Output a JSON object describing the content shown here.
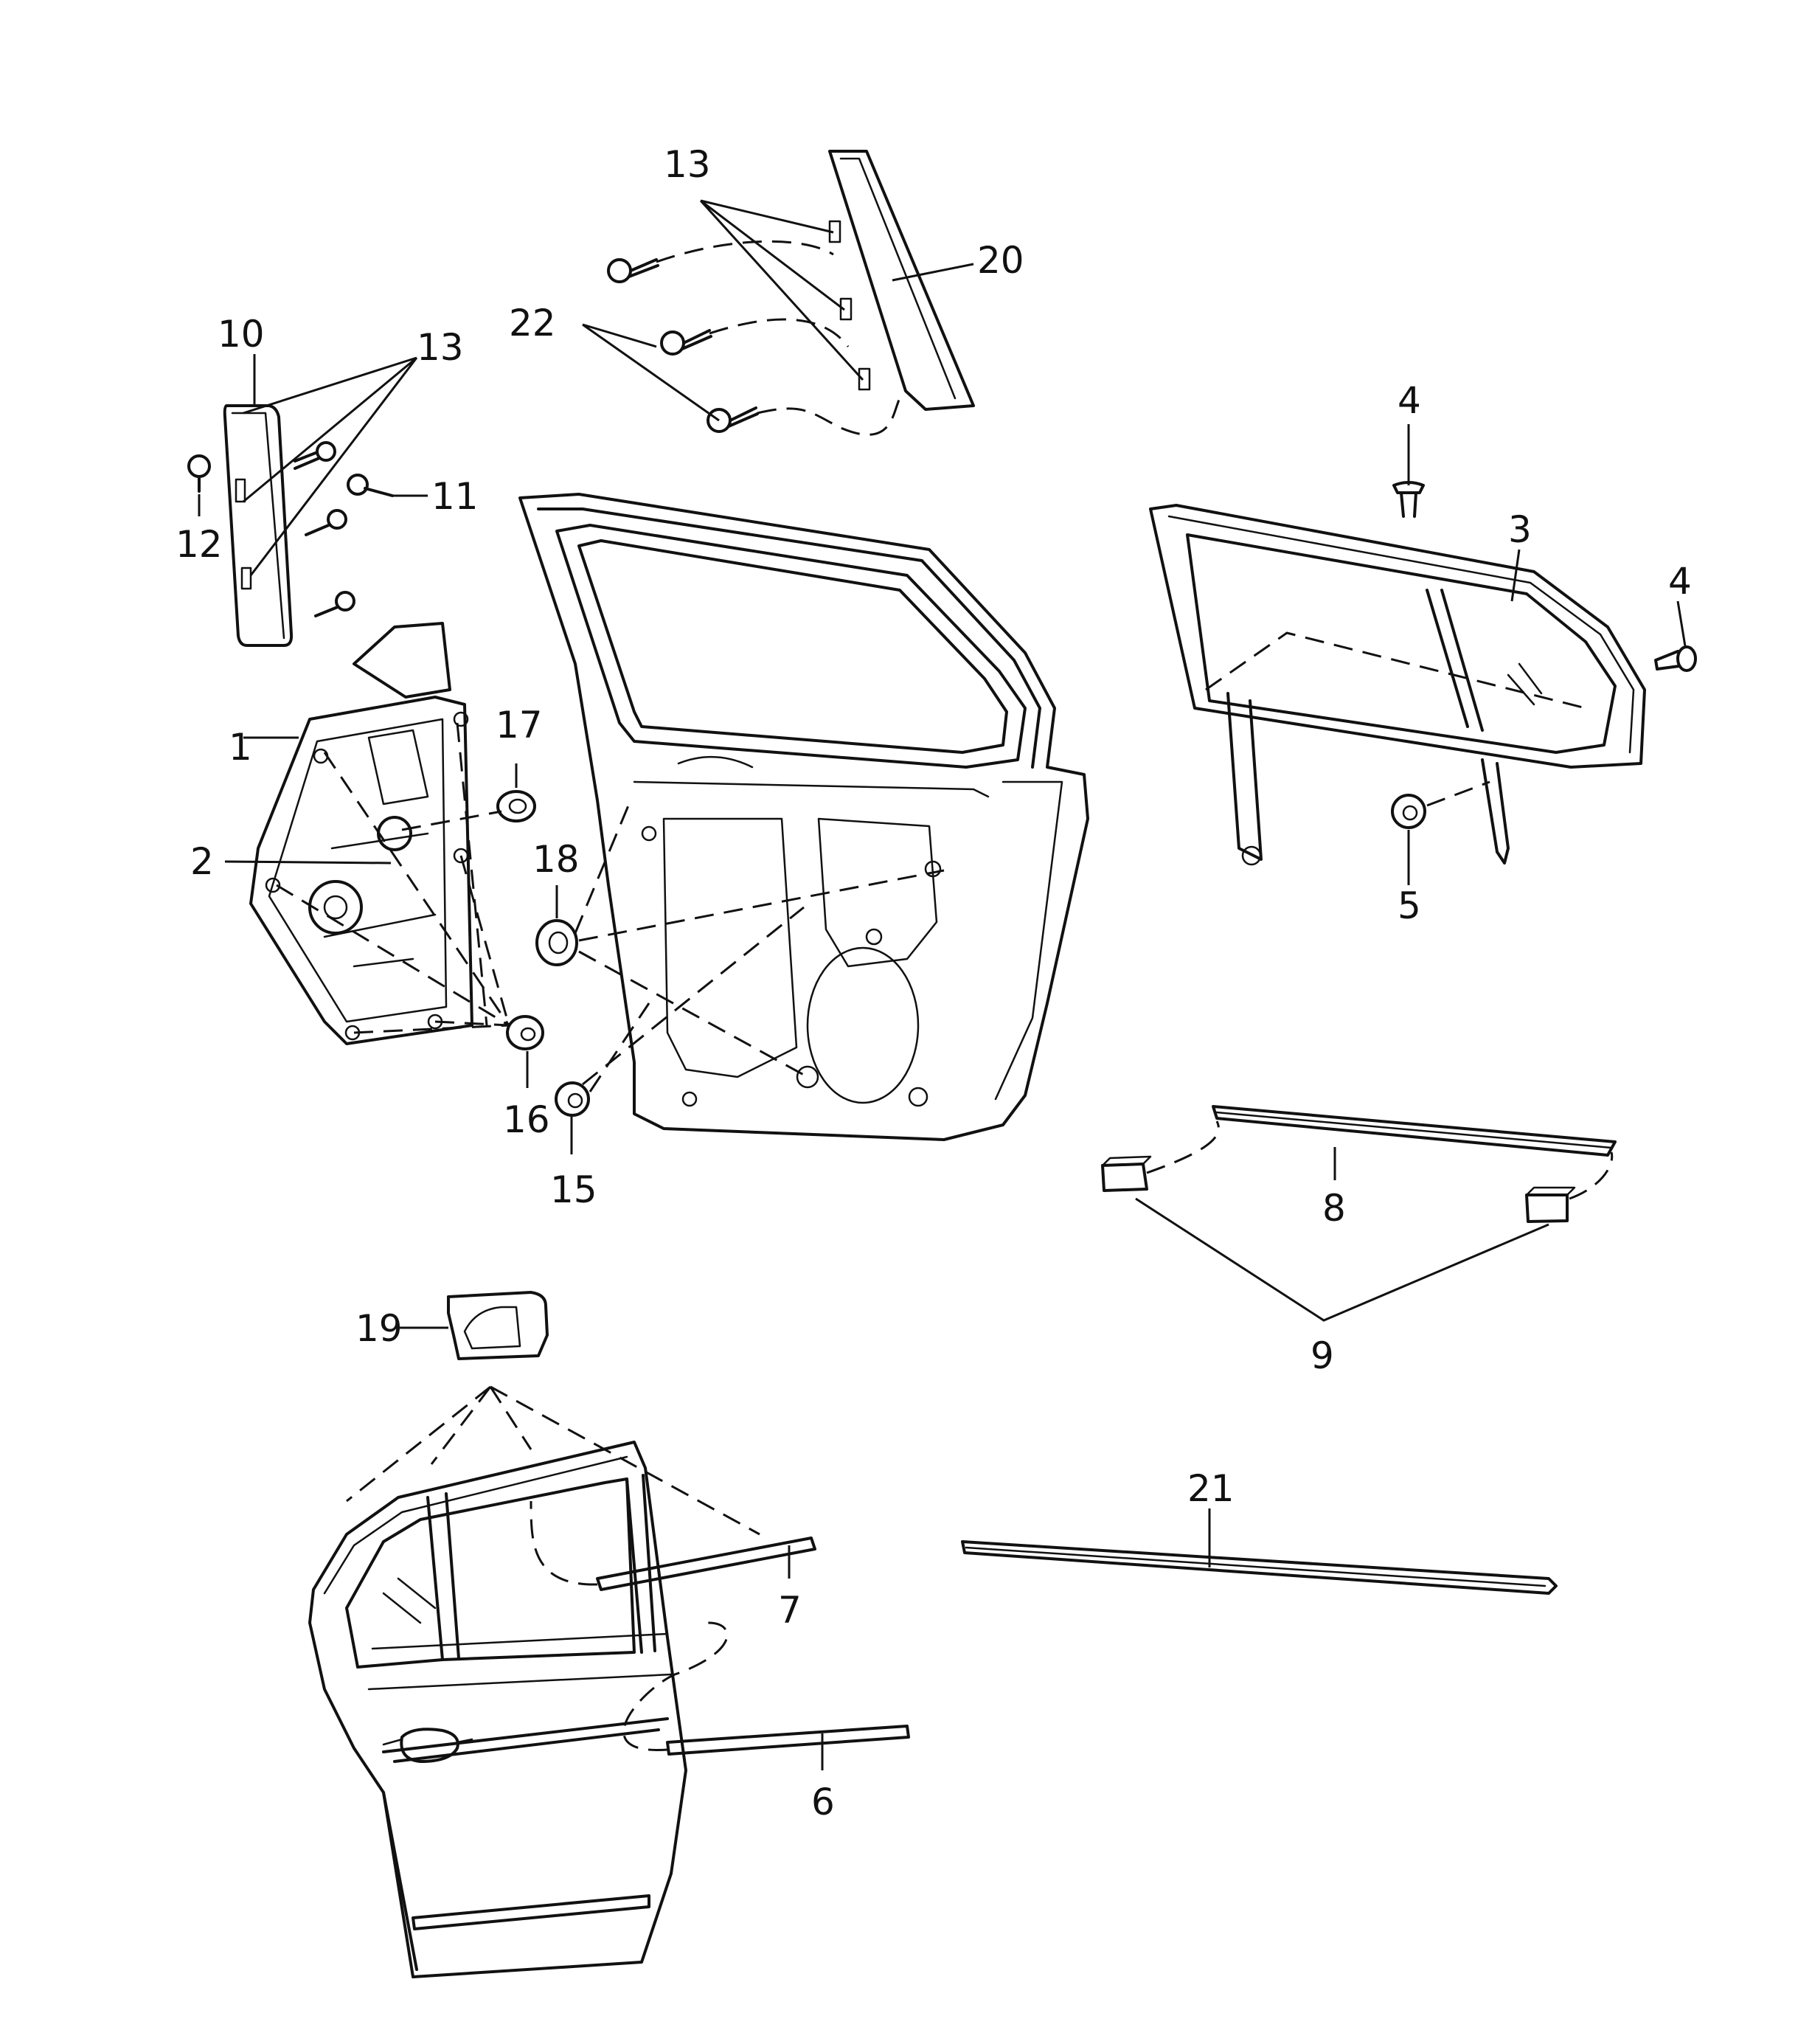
{
  "diagram": {
    "callouts": [
      {
        "id": "c1",
        "text": "1"
      },
      {
        "id": "c2",
        "text": "2"
      },
      {
        "id": "c3",
        "text": "3"
      },
      {
        "id": "c4a",
        "text": "4"
      },
      {
        "id": "c4b",
        "text": "4"
      },
      {
        "id": "c5",
        "text": "5"
      },
      {
        "id": "c6",
        "text": "6"
      },
      {
        "id": "c7",
        "text": "7"
      },
      {
        "id": "c8",
        "text": "8"
      },
      {
        "id": "c9",
        "text": "9"
      },
      {
        "id": "c10",
        "text": "10"
      },
      {
        "id": "c11",
        "text": "11"
      },
      {
        "id": "c12",
        "text": "12"
      },
      {
        "id": "c13a",
        "text": "13"
      },
      {
        "id": "c13b",
        "text": "13"
      },
      {
        "id": "c15",
        "text": "15"
      },
      {
        "id": "c16",
        "text": "16"
      },
      {
        "id": "c17",
        "text": "17"
      },
      {
        "id": "c18",
        "text": "18"
      },
      {
        "id": "c19",
        "text": "19"
      },
      {
        "id": "c20",
        "text": "20"
      },
      {
        "id": "c21",
        "text": "21"
      },
      {
        "id": "c22",
        "text": "22"
      }
    ]
  }
}
